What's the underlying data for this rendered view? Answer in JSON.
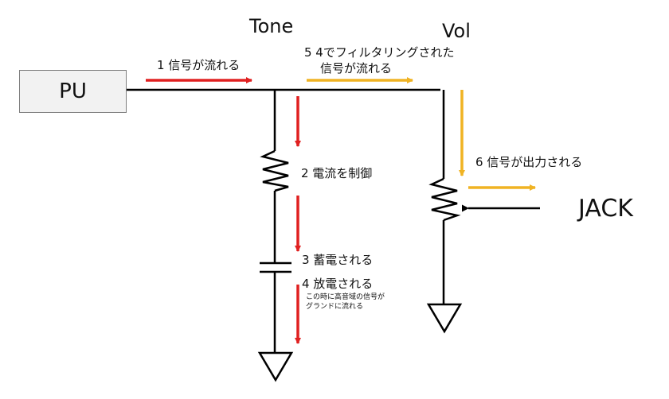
{
  "labels": {
    "tone": "Tone",
    "vol": "Vol",
    "pu": "PU",
    "jack": "JACK"
  },
  "steps": {
    "s1": "1 信号が流れる",
    "s2": "2 電流を制御",
    "s3": "3 蓄電される",
    "s4": "4 放電される",
    "s4_note_line1": "この時に高音域の信号が",
    "s4_note_line2": "グランドに流れる",
    "s5_line1": "5 4でフィルタリングされた",
    "s5_line2": "信号が流れる",
    "s6": "6 信号が出力される"
  },
  "colors": {
    "red_arrow": "#e02020",
    "orange_arrow": "#f0b323",
    "wire": "#000000",
    "pu_fill": "#f2f2f2",
    "pu_border": "#7f7f7f"
  }
}
